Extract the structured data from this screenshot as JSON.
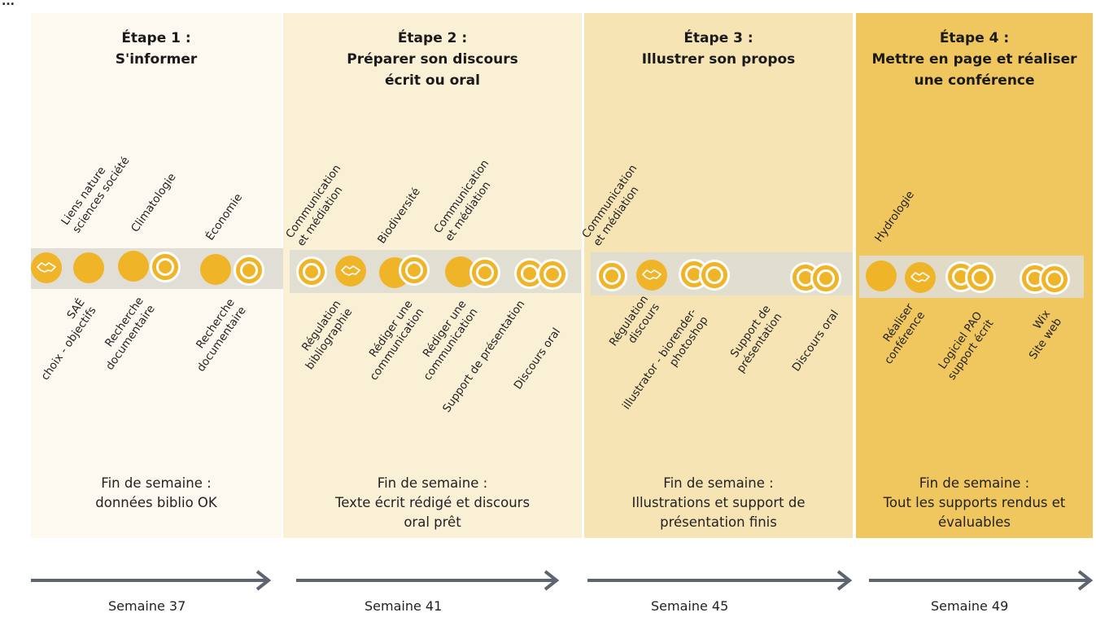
{
  "top_text": "...",
  "stages": [
    {
      "title_line1": "Étape 1 :",
      "title_line2": "S'informer",
      "note_line1": "Fin de semaine :",
      "note_line2": "données biblio OK"
    },
    {
      "title_line1": "Étape 2 :",
      "title_line2": "Préparer son discours",
      "title_line3": "écrit ou oral",
      "note_line1": "Fin de semaine :",
      "note_line2": "Texte écrit rédigé et discours",
      "note_line3": "oral prêt"
    },
    {
      "title_line1": "Étape 3 :",
      "title_line2": "Illustrer son propos",
      "note_line1": "Fin de semaine :",
      "note_line2": "Illustrations et support de",
      "note_line3": "présentation finis"
    },
    {
      "title_line1": "Étape 4 :",
      "title_line2": "Mettre en page et réaliser",
      "title_line3": "une conférence",
      "note_line1": "Fin de semaine :",
      "note_line2": "Tout les supports rendus et",
      "note_line3": "évaluables"
    }
  ],
  "labels_above": [
    {
      "line1": "Liens nature",
      "line2": "sciences société"
    },
    {
      "line1": "Climatologie"
    },
    {
      "line1": "Économie"
    },
    {
      "line1": "Communication",
      "line2": "et médiation"
    },
    {
      "line1": "Biodiversité"
    },
    {
      "line1": "Communication",
      "line2": "et médiation"
    },
    {
      "line1": "Communication",
      "line2": "et médiation"
    },
    {
      "line1": "Hydrologie"
    }
  ],
  "labels_below": [
    {
      "line1": "SAÉ",
      "line2": "choix - objectifs"
    },
    {
      "line1": "Recherche",
      "line2": "documentaire"
    },
    {
      "line1": "Recherche",
      "line2": "documentaire"
    },
    {
      "line1": "Régulation",
      "line2": "bibliographie"
    },
    {
      "line1": "Rédiger une",
      "line2": "communication"
    },
    {
      "line1": "Rédiger une",
      "line2": "communication"
    },
    {
      "line1": "Support de présentation"
    },
    {
      "line1": "Discours oral"
    },
    {
      "line1": "Régulation",
      "line2": "discours"
    },
    {
      "line1": "illustrator - biorender-",
      "line2": "photoshop"
    },
    {
      "line1": "Support de",
      "line2": "présentation"
    },
    {
      "line1": "Discours oral"
    },
    {
      "line1": "Réaliser",
      "line2": "conférence"
    },
    {
      "line1": "Logiciel PAO",
      "line2": "support écrit"
    },
    {
      "line1": "Wix",
      "line2": "Site web"
    }
  ],
  "weeks": [
    "Semaine 37",
    "Semaine 41",
    "Semaine 45",
    "Semaine 49"
  ],
  "colors": {
    "stage1": "#fdf9f0",
    "stage2": "#faf0d6",
    "stage3": "#f7e4b5",
    "stage4": "#f0c65e",
    "marker": "#f0b428",
    "arrow": "#5e6470"
  },
  "icons": [
    "handshake-icon",
    "circle-marker-icon",
    "ring-marker-icon",
    "arrow-right-icon"
  ]
}
